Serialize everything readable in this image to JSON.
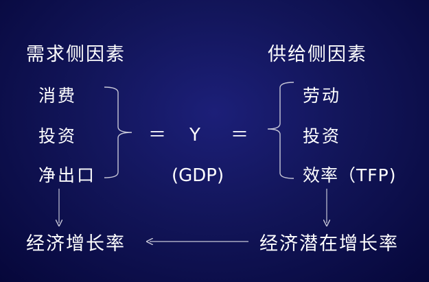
{
  "demand": {
    "heading": "需求侧因素",
    "items": [
      "消费",
      "投资",
      "净出口"
    ]
  },
  "supply": {
    "heading": "供给侧因素",
    "items": [
      "劳动",
      "投资",
      "效率（TFP)"
    ]
  },
  "center": {
    "equals_left": "＝",
    "y": "Y",
    "equals_right": "＝",
    "gdp": "(GDP)"
  },
  "bottom": {
    "left": "经济增长率",
    "right": "经济潜在增长率"
  },
  "colors": {
    "background": "#121559",
    "text": "#ffffff",
    "lines": "#c8c8d8"
  }
}
